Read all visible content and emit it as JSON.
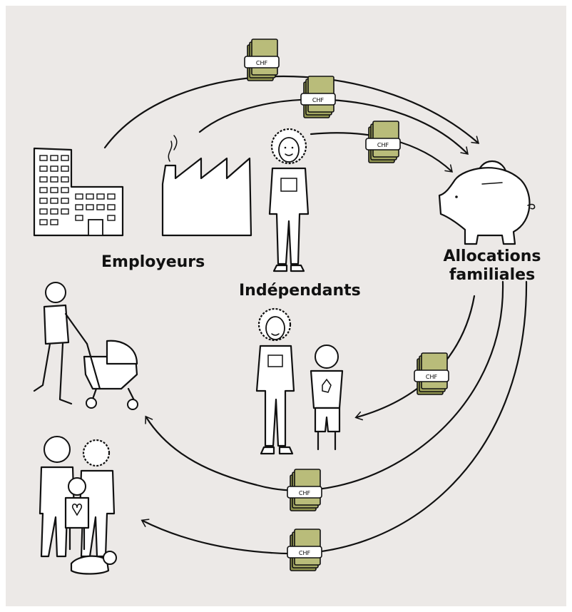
{
  "labels": {
    "employers": "Employeurs",
    "independents": "Indépendants",
    "fund_line1": "Allocations",
    "fund_line2": "familiales"
  },
  "bundle_text": "CHF",
  "colors": {
    "background": "#ece9e7",
    "money": "#b9bc7a",
    "money_dark": "#8f934f",
    "ink": "#111111"
  }
}
